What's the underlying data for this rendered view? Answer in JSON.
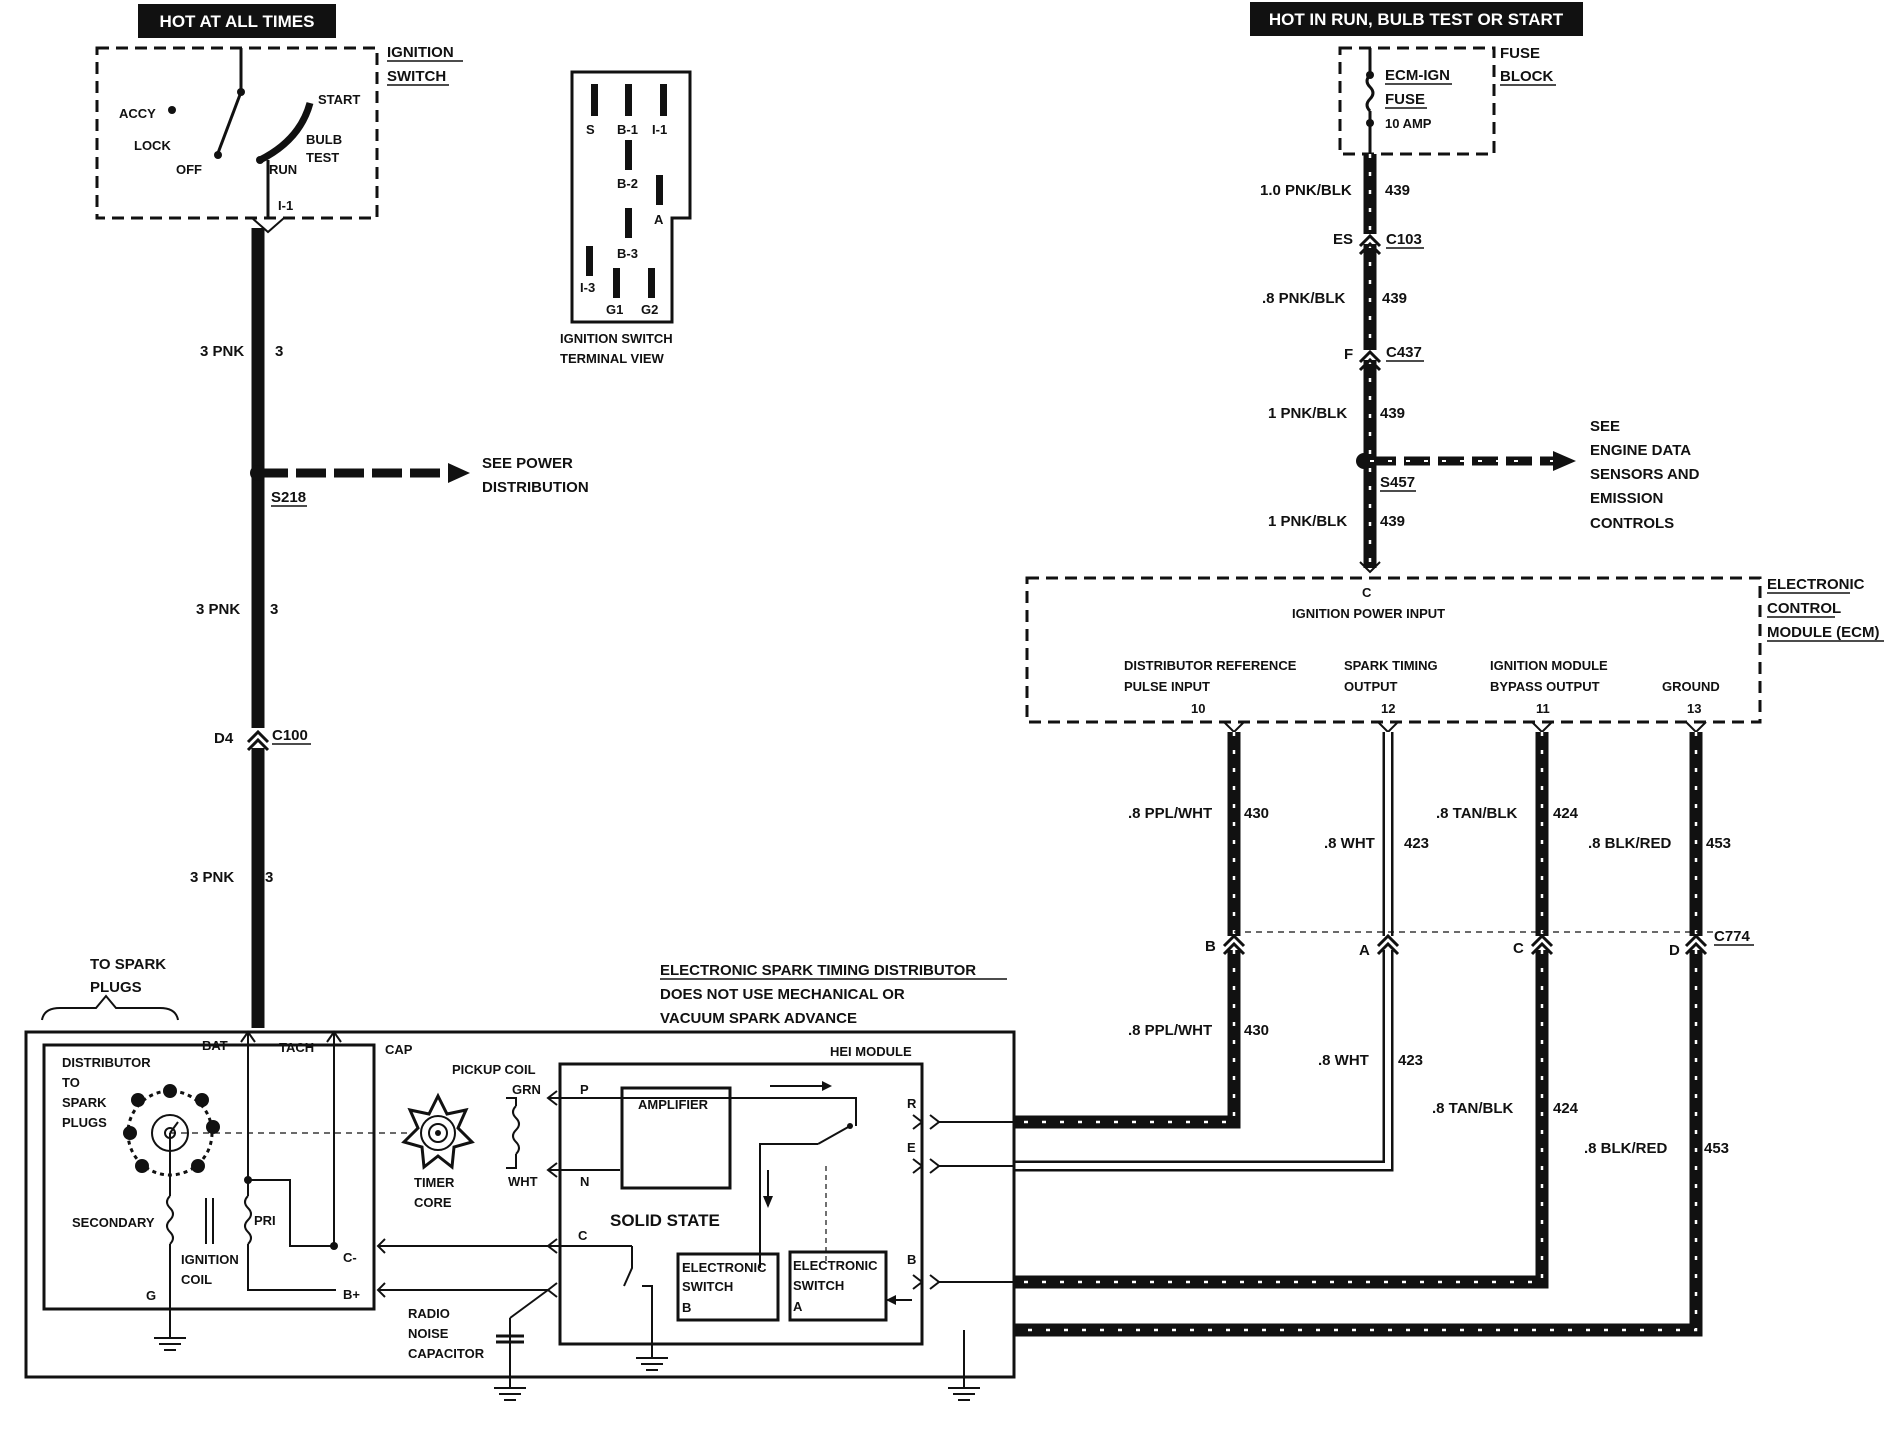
{
  "banners": {
    "hot_all_times": "HOT AT ALL TIMES",
    "hot_run": "HOT IN RUN, BULB TEST OR START"
  },
  "ignition_switch": {
    "title_line1": "IGNITION",
    "title_line2": "SWITCH",
    "accy": "ACCY",
    "lock": "LOCK",
    "off": "OFF",
    "run": "RUN",
    "start": "START",
    "bulb": "BULB",
    "test": "TEST",
    "terminal": "I-1"
  },
  "terminal_view": {
    "labels": [
      "S",
      "B-1",
      "I-1",
      "B-2",
      "A",
      "B-3",
      "I-3",
      "G1",
      "G2"
    ],
    "caption_line1": "IGNITION SWITCH",
    "caption_line2": "TERMINAL VIEW"
  },
  "left_circuit": {
    "wire1": "3 PNK",
    "circuit1": "3",
    "splice": "S218",
    "see_line1": "SEE POWER",
    "see_line2": "DISTRIBUTION",
    "wire2": "3 PNK",
    "circuit2": "3",
    "conn_pin": "D4",
    "conn": "C100",
    "wire3": "3 PNK",
    "circuit3": "3"
  },
  "fuse_block": {
    "title_line1": "FUSE",
    "title_line2": "BLOCK",
    "fuse_line1": "ECM-IGN",
    "fuse_line2": "FUSE",
    "rating": "10 AMP"
  },
  "right_circuit": {
    "w1": "1.0 PNK/BLK",
    "c1": "439",
    "conn1_pin": "ES",
    "conn1": "C103",
    "w2": ".8 PNK/BLK",
    "c2": "439",
    "conn2_pin": "F",
    "conn2": "C437",
    "w3": "1 PNK/BLK",
    "c3": "439",
    "splice": "S457",
    "w4": "1 PNK/BLK",
    "c4": "439",
    "see_lines": [
      "SEE",
      "ENGINE DATA",
      "SENSORS AND",
      "EMISSION",
      "CONTROLS"
    ]
  },
  "ecm": {
    "title_lines": [
      "ELECTRONIC",
      "CONTROL",
      "MODULE (ECM)"
    ],
    "pin_c": "C",
    "power_input": "IGNITION POWER INPUT",
    "pins": [
      {
        "line1": "DISTRIBUTOR REFERENCE",
        "line2": "PULSE INPUT",
        "num": "10"
      },
      {
        "line1": "SPARK TIMING",
        "line2": "OUTPUT",
        "num": "12"
      },
      {
        "line1": "IGNITION MODULE",
        "line2": "BYPASS OUTPUT",
        "num": "11"
      },
      {
        "line1": "GROUND",
        "line2": "",
        "num": "13"
      }
    ]
  },
  "ecm_wires": [
    {
      "upper_wire": ".8 PPL/WHT",
      "upper_circuit": "430",
      "pin": "B",
      "lower_wire": ".8 PPL/WHT",
      "lower_circuit": "430"
    },
    {
      "upper_wire": ".8 WHT",
      "upper_circuit": "423",
      "pin": "A",
      "lower_wire": ".8 WHT",
      "lower_circuit": "423"
    },
    {
      "upper_wire": ".8 TAN/BLK",
      "upper_circuit": "424",
      "pin": "C",
      "lower_wire": ".8 TAN/BLK",
      "lower_circuit": "424"
    },
    {
      "upper_wire": ".8 BLK/RED",
      "upper_circuit": "453",
      "pin": "D",
      "lower_wire": ".8 BLK/RED",
      "lower_circuit": "453"
    }
  ],
  "c774": "C774",
  "distributor": {
    "title": "ELECTRONIC SPARK TIMING DISTRIBUTOR",
    "note_line1": "DOES NOT USE MECHANICAL OR",
    "note_line2": "VACUUM SPARK ADVANCE",
    "to_spark_line1": "TO SPARK",
    "to_spark_line2": "PLUGS",
    "dist_lines": [
      "DISTRIBUTOR",
      "TO",
      "SPARK",
      "PLUGS"
    ],
    "bat": "BAT",
    "tach": "TACH",
    "cap": "CAP",
    "secondary": "SECONDARY",
    "pri": "PRI",
    "coil_line1": "IGNITION",
    "coil_line2": "COIL",
    "g": "G",
    "c_minus": "C-",
    "b_plus": "B+",
    "pickup_coil": "PICKUP COIL",
    "grn": "GRN",
    "wht": "WHT",
    "timer_line1": "TIMER",
    "timer_line2": "CORE",
    "radio_lines": [
      "RADIO",
      "NOISE",
      "CAPACITOR"
    ],
    "hei_module": "HEI MODULE",
    "p": "P",
    "n": "N",
    "c": "C",
    "r": "R",
    "e": "E",
    "b": "B",
    "amplifier": "AMPLIFIER",
    "solid_state": "SOLID STATE",
    "switch_b_lines": [
      "ELECTRONIC",
      "SWITCH",
      "B"
    ],
    "switch_a_lines": [
      "ELECTRONIC",
      "SWITCH",
      "A"
    ]
  }
}
